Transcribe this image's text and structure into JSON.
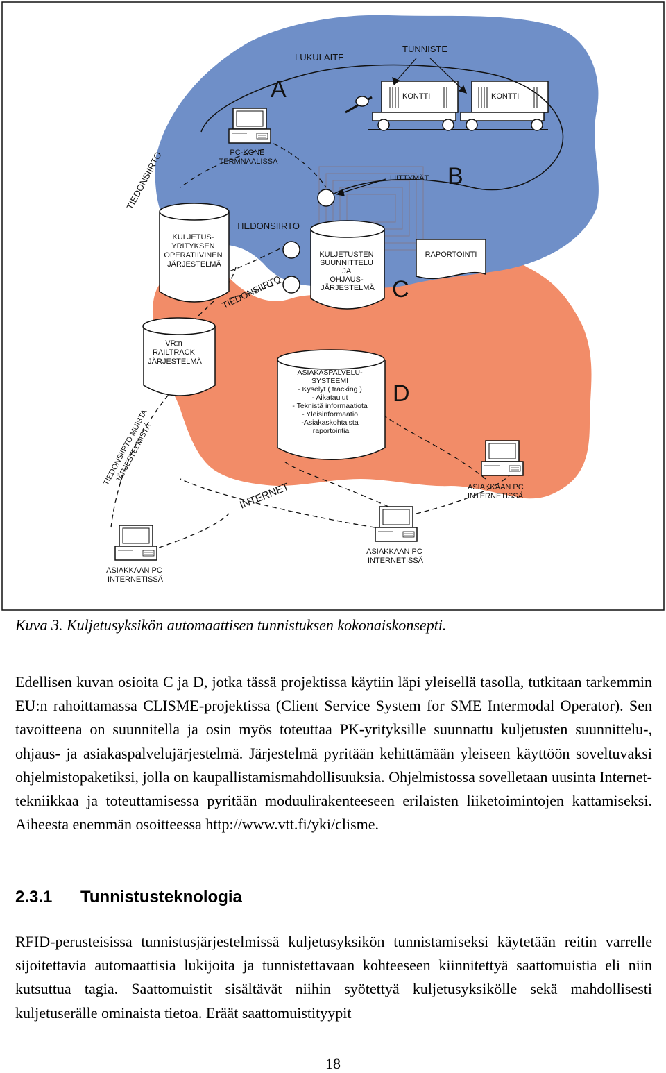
{
  "figure": {
    "labels": {
      "lukulaite": "LUKULAITE",
      "tunniste": "TUNNISTE",
      "zone_a": "A",
      "kontti1": "KONTTI",
      "kontti2": "KONTTI",
      "pc_kone_1": "PC-KONE",
      "pc_kone_2": "TERMNAALISSA",
      "liittymat": "LIITTYMÄT",
      "zone_b": "B",
      "tiedonsiirto_diag": "TIEDONSIIRTO",
      "tiedonsiirto_mid": "TIEDONSIIRTO",
      "tiedonsiirto_low": "TIEDONSIIRTO",
      "kuljetusyritys": [
        "KULJETUS-",
        "YRITYKSEN",
        "OPERATIIVINEN",
        "JÄRJESTELMÄ"
      ],
      "suunnittelu": [
        "KULJETUSTEN",
        "SUUNNITTELU",
        "JA",
        "OHJAUS-",
        "JÄRJESTELMÄ"
      ],
      "raportointi": "RAPORTOINTI",
      "zone_c": "C",
      "vr": [
        "VR:n",
        "RAILTRACK",
        "JÄRJESTELMÄ"
      ],
      "asiakaspalvelu": [
        "ASIAKASPALVELU-",
        "SYSTEEMI",
        "",
        "- Kyselyt ( tracking )",
        "- Aikataulut",
        "- Teknistä informaatiota",
        "- Yleisinformaatio",
        "-Asiakaskohtaista",
        "raportointia"
      ],
      "zone_d": "D",
      "tiedonsiirto_muista": [
        "TIEDONSIIRTO MUISTA",
        "JÄRJESTELMISTÄ"
      ],
      "internet": "INTERNET",
      "asiakas_right": [
        "ASIAKKAAN PC",
        "INTERNETISSÄ"
      ],
      "asiakas_mid": [
        "ASIAKKAAN PC",
        "INTERNETISSÄ"
      ],
      "asiakas_left": [
        "ASIAKKAAN PC",
        "INTERNETISSÄ"
      ]
    },
    "colors": {
      "blue_zone": "#6F8FC8",
      "orange_zone": "#F28C68",
      "outline": "#111111"
    }
  },
  "caption": "Kuva 3. Kuljetusyksikön automaattisen tunnistuksen kokonaiskonsepti.",
  "paragraph1": "Edellisen kuvan osioita C ja D, jotka tässä projektissa käytiin läpi yleisellä tasolla, tutkitaan tarkemmin EU:n rahoittamassa CLISME-projektissa (Client Service System for SME Intermodal Operator). Sen tavoitteena on suunnitella ja osin myös toteuttaa PK-yrityksille suunnattu kuljetusten suunnittelu-, ohjaus- ja asiakaspalvelujärjestelmä. Järjestelmä pyritään kehittämään yleiseen käyttöön soveltuvaksi ohjelmistopaketiksi, jolla on kaupallistamismahdollisuuksia. Ohjelmistossa sovelletaan uusinta Internet-tekniikkaa ja toteuttamisessa pyritään moduulirakenteeseen erilaisten liiketoimintojen kattamiseksi. Aiheesta enemmän osoitteessa http://www.vtt.fi/yki/clisme.",
  "section": {
    "number": "2.3.1",
    "title": "Tunnistusteknologia"
  },
  "paragraph2": "RFID-perusteisissa tunnistusjärjestelmissä kuljetusyksikön tunnistamiseksi käytetään reitin varrelle sijoitettavia automaattisia lukijoita ja tunnistettavaan kohteeseen kiinnitettyä saattomuistia eli niin kutsuttua tagia. Saattomuistit sisältävät niihin syötettyä kuljetusyksikölle sekä mahdollisesti kuljetuserälle ominaista tietoa. Eräät saattomuistityypit",
  "page_number": "18"
}
